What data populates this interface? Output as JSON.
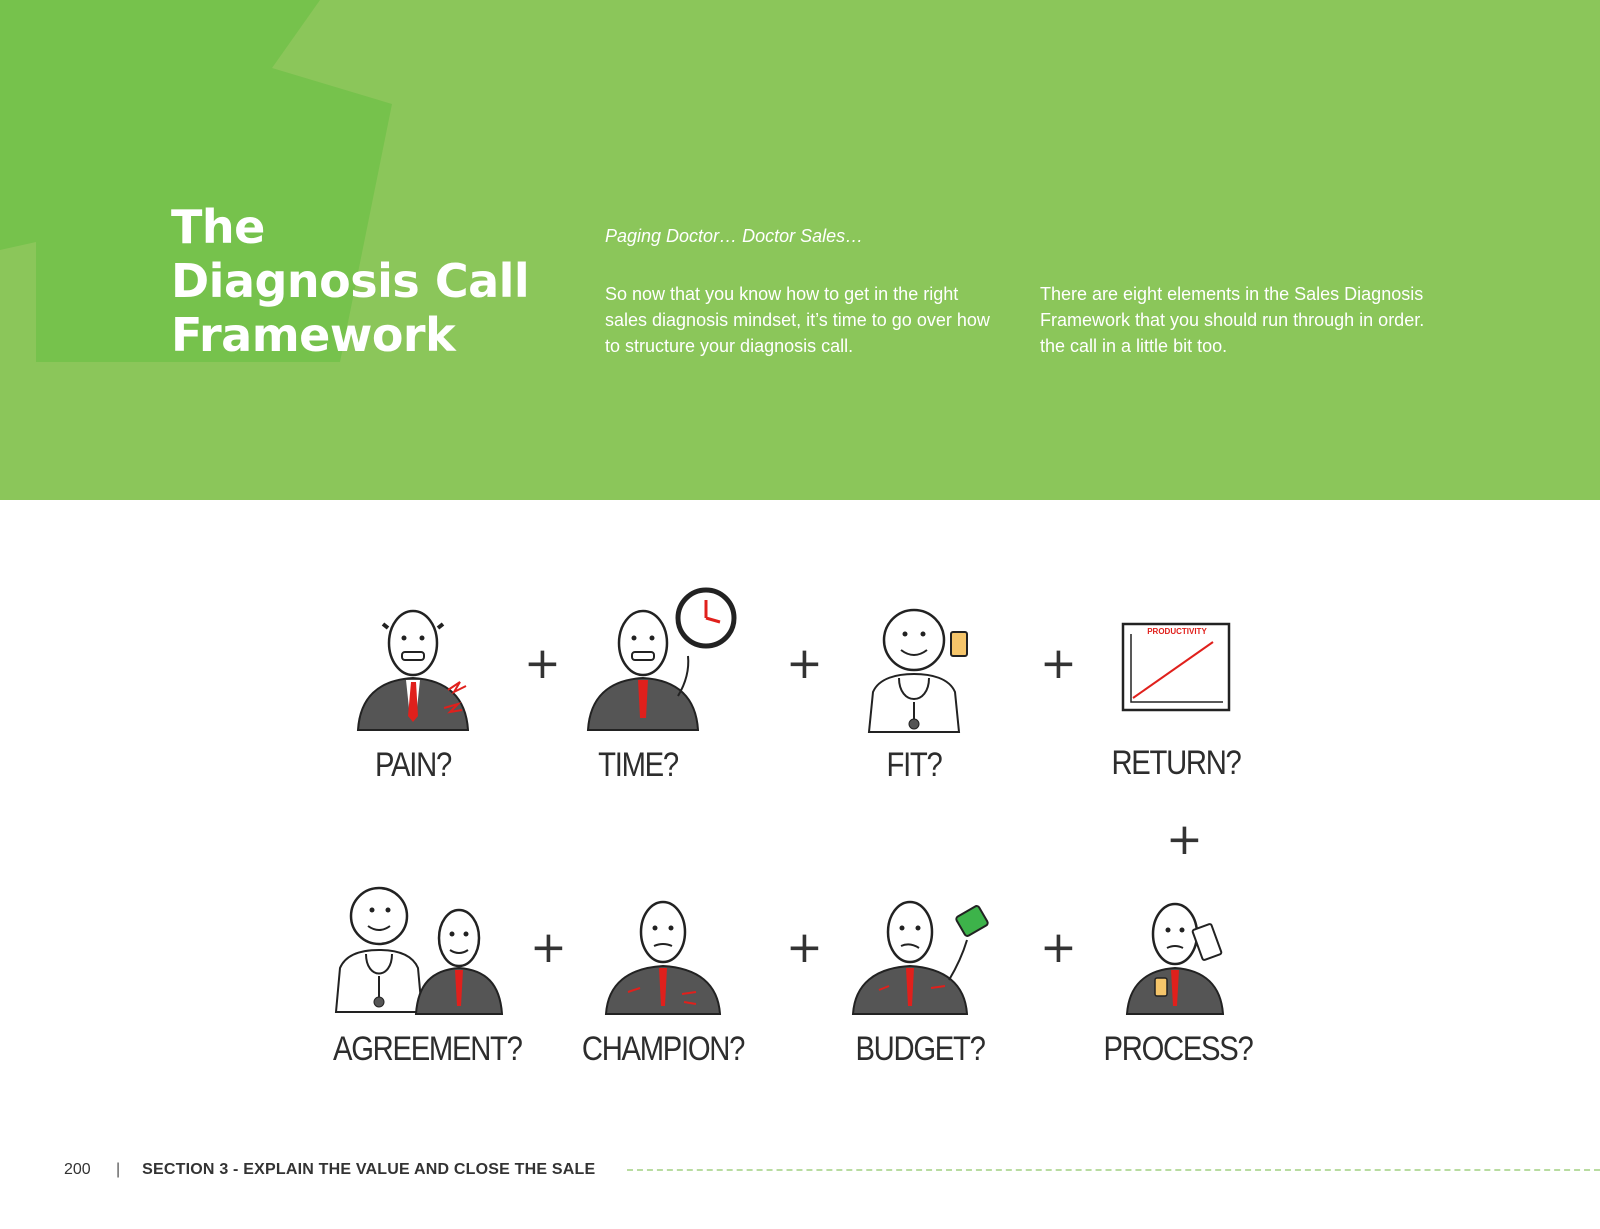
{
  "header": {
    "title_lines": [
      "The",
      "Diagnosis Call",
      "Framework"
    ],
    "kicker": "Paging Doctor… Doctor Sales…",
    "paragraph_1": "So now that you know how to get in the right sales diagnosis mindset, it’s time to go over how to structure your diagnosis call.",
    "paragraph_2": "There are eight elements in the Sales Diagnosis Framework that you should run through in order. the call in a little bit too."
  },
  "colors": {
    "hero_green": "#8bc65a",
    "hero_shape_green": "#76c24c",
    "accent_red": "#e0201c",
    "suit_gray": "#555555"
  },
  "framework": {
    "elements": [
      {
        "label": "PAIN?",
        "icon": "businessman-pain-icon"
      },
      {
        "label": "TIME?",
        "icon": "businessman-clock-icon"
      },
      {
        "label": "FIT?",
        "icon": "doctor-pills-icon"
      },
      {
        "label": "RETURN?",
        "icon": "productivity-chart-icon"
      },
      {
        "label": "AGREEMENT?",
        "icon": "doctor-and-patient-icon"
      },
      {
        "label": "CHAMPION?",
        "icon": "businessman-champion-icon"
      },
      {
        "label": "BUDGET?",
        "icon": "businessman-money-icon"
      },
      {
        "label": "PROCESS?",
        "icon": "businessman-paper-icon"
      }
    ],
    "chart_label": "PRODUCTIVITY",
    "plus_sign": "+"
  },
  "footer": {
    "page_number": "200",
    "separator": "|",
    "section": "SECTION 3 - EXPLAIN THE VALUE AND CLOSE THE SALE"
  }
}
